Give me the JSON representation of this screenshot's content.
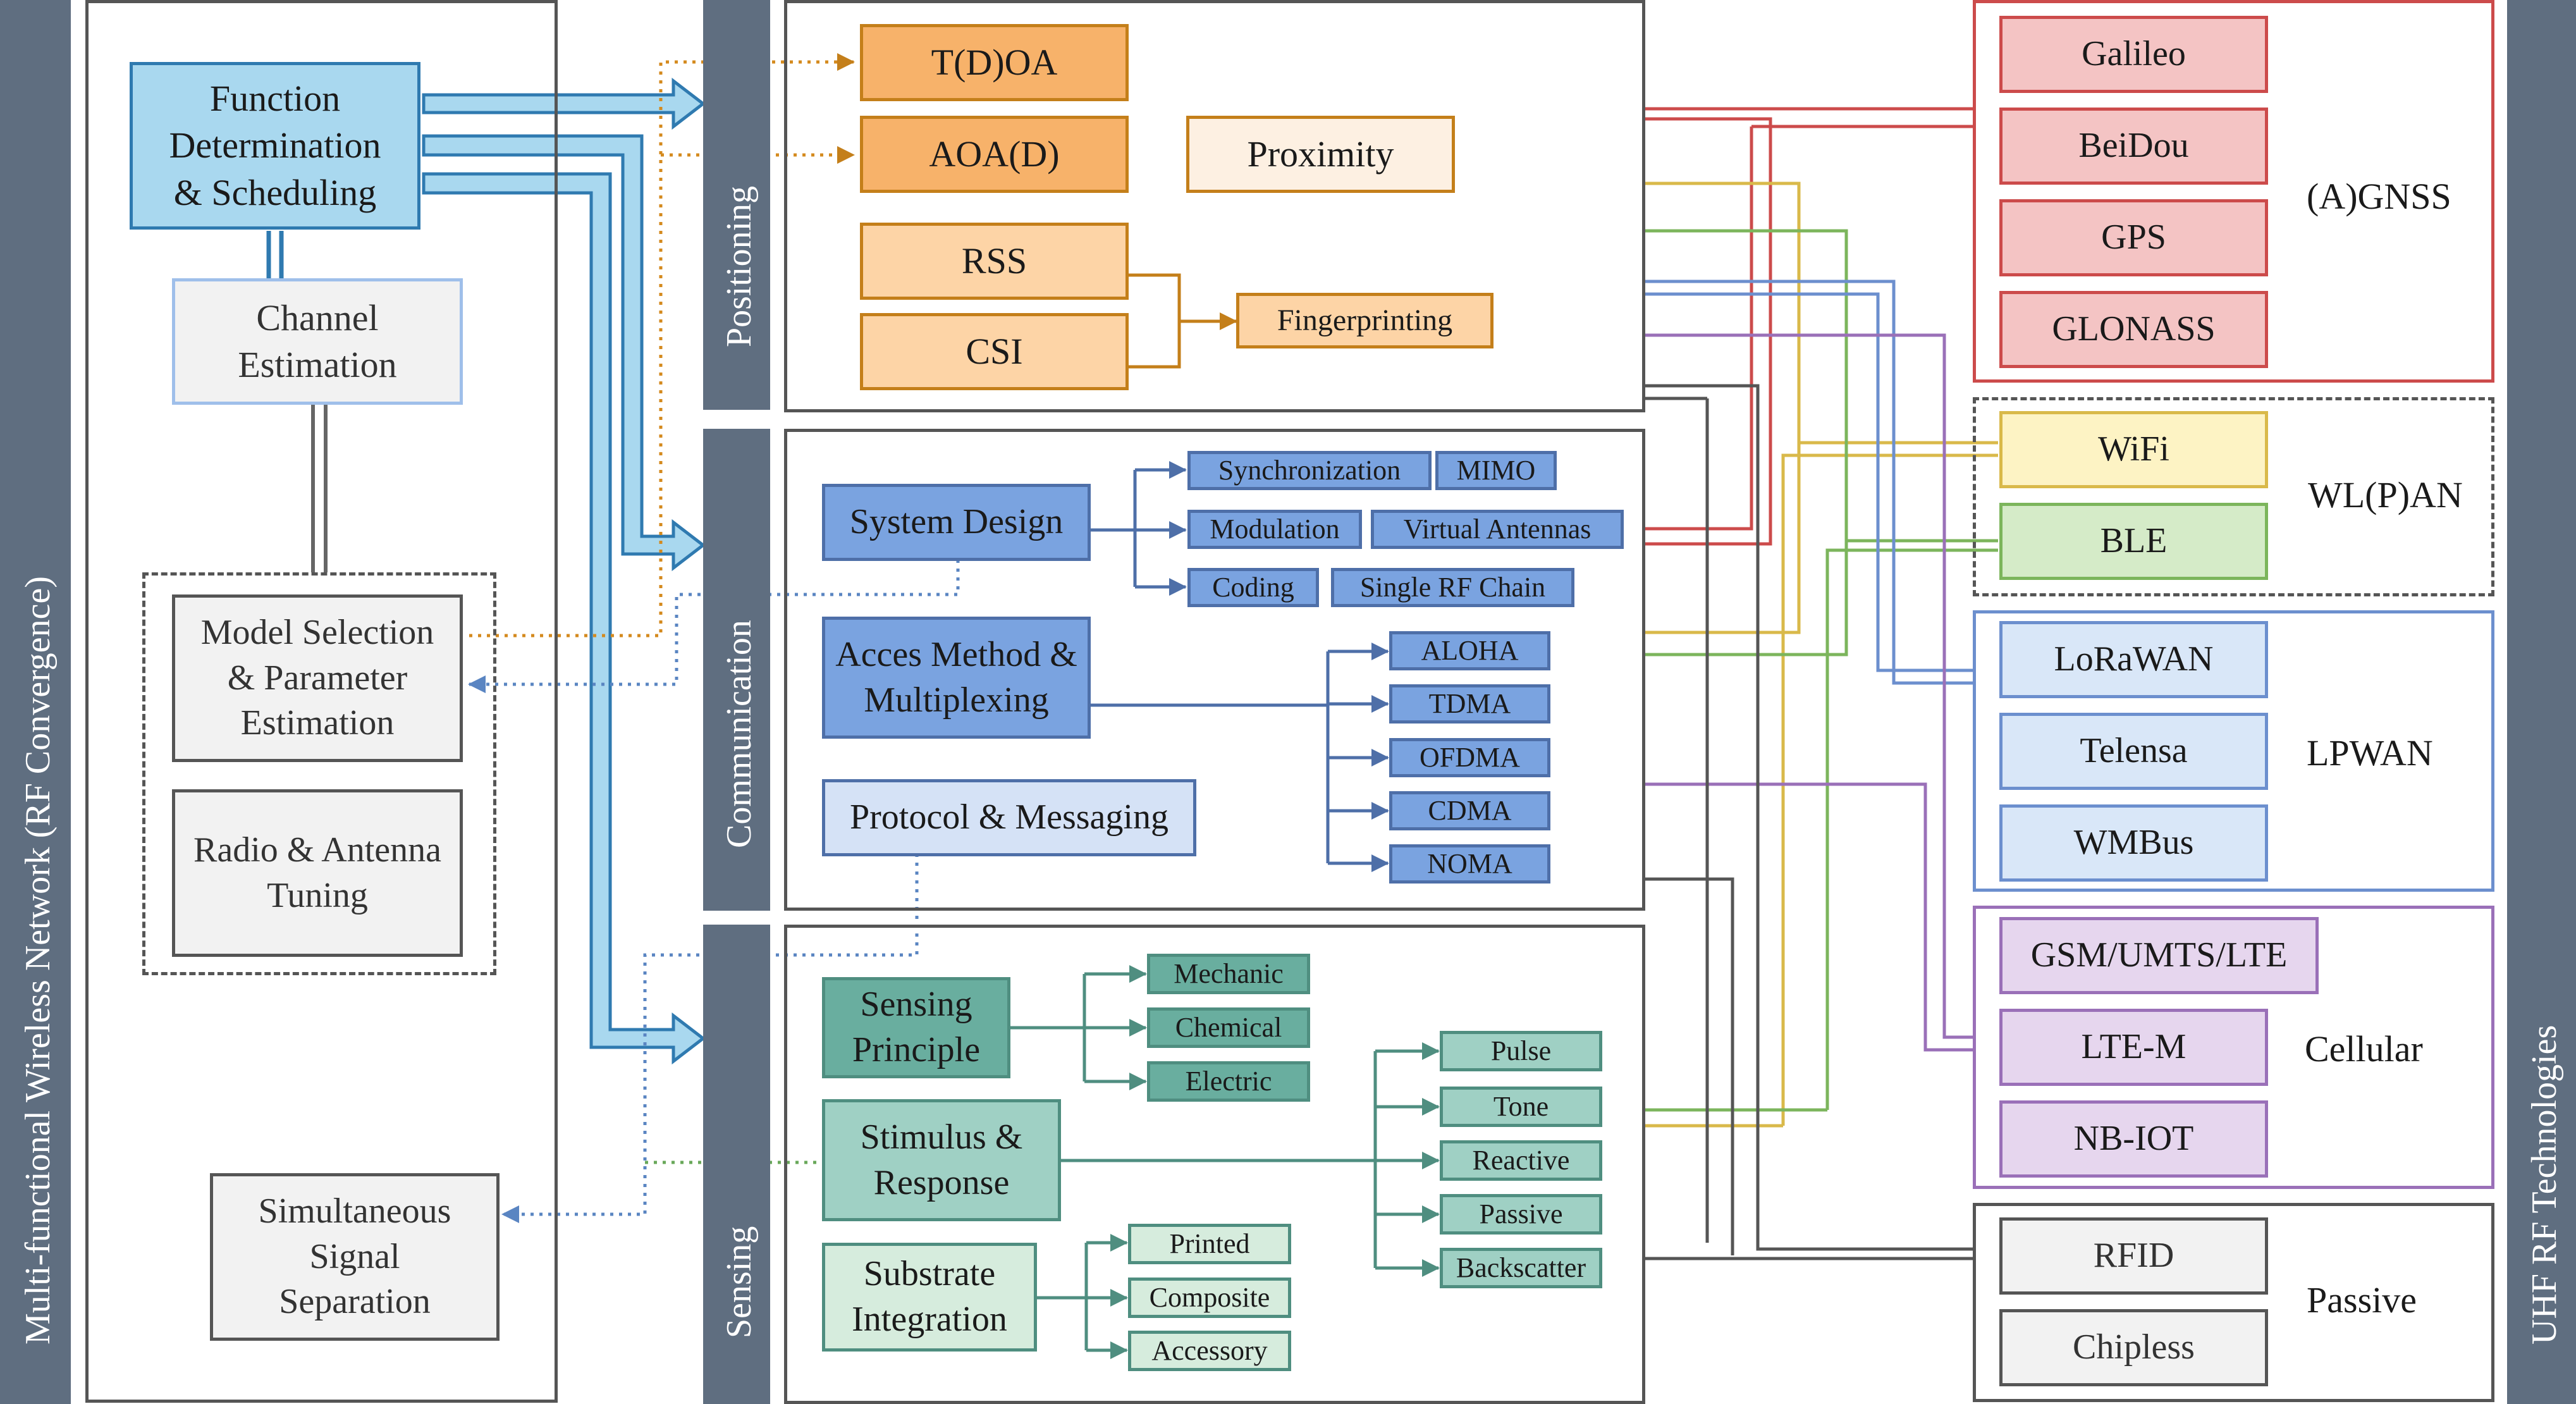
{
  "left_panel": {
    "title": "Multi-functional Wireless Network (RF Convergence)",
    "function_determination": "Function Determination & Scheduling",
    "channel_estimation": "Channel Estimation",
    "model_selection": "Model Selection & Parameter Estimation",
    "radio_tuning": "Radio & Antenna Tuning",
    "signal_separation": "Simultaneous Signal Separation"
  },
  "positioning": {
    "title": "Positioning",
    "tdoa": "T(D)OA",
    "aoa": "AOA(D)",
    "proximity": "Proximity",
    "rss": "RSS",
    "csi": "CSI",
    "fingerprinting": "Fingerprinting"
  },
  "communication": {
    "title": "Communication",
    "system_design": "System Design",
    "synchronization": "Synchronization",
    "mimo": "MIMO",
    "modulation": "Modulation",
    "virtual_antennas": "Virtual Antennas",
    "coding": "Coding",
    "single_rf_chain": "Single RF Chain",
    "access_method": "Acces Method & Multiplexing",
    "aloha": "ALOHA",
    "tdma": "TDMA",
    "ofdma": "OFDMA",
    "cdma": "CDMA",
    "noma": "NOMA",
    "protocol": "Protocol & Messaging"
  },
  "sensing": {
    "title": "Sensing",
    "principle": "Sensing Principle",
    "mechanic": "Mechanic",
    "chemical": "Chemical",
    "electric": "Electric",
    "stimulus": "Stimulus & Response",
    "pulse": "Pulse",
    "tone": "Tone",
    "reactive": "Reactive",
    "passive": "Passive",
    "backscatter": "Backscatter",
    "substrate": "Substrate Integration",
    "printed": "Printed",
    "composite": "Composite",
    "accessory": "Accessory"
  },
  "uhf": {
    "title": "UHF RF Technologies",
    "gnss": {
      "label": "(A)GNSS",
      "items": [
        "Galileo",
        "BeiDou",
        "GPS",
        "GLONASS"
      ]
    },
    "wlan": {
      "label": "WL(P)AN",
      "items": [
        "WiFi",
        "BLE"
      ]
    },
    "lpwan": {
      "label": "LPWAN",
      "items": [
        "LoRaWAN",
        "Telensa",
        "WMBus"
      ]
    },
    "cellular": {
      "label": "Cellular",
      "items": [
        "GSM/UMTS/LTE",
        "LTE-M",
        "NB-IOT"
      ]
    },
    "passive": {
      "label": "Passive",
      "items": [
        "RFID",
        "Chipless"
      ]
    }
  },
  "colors": {
    "bar": "#5f6e80",
    "blue_arrow": "#a9d8ef",
    "blue_arrow_edge": "#2f7ab0",
    "orange_dark": "#f7b26a",
    "orange_light": "#fdd4a6",
    "comm_blue": "#7aa3e0",
    "comm_blue_light": "#d5e2f6",
    "teal_dark": "#69ae9f",
    "teal_mid": "#9fd0c4",
    "teal_light": "#d6ecdd",
    "gnss_red": "#cc4b4b",
    "wifi_yellow": "#d9b94a",
    "ble_green": "#7cb55c",
    "lpwan_blue": "#6c8fce",
    "cellular_purple": "#9a70b8",
    "passive_gray": "#555555"
  }
}
